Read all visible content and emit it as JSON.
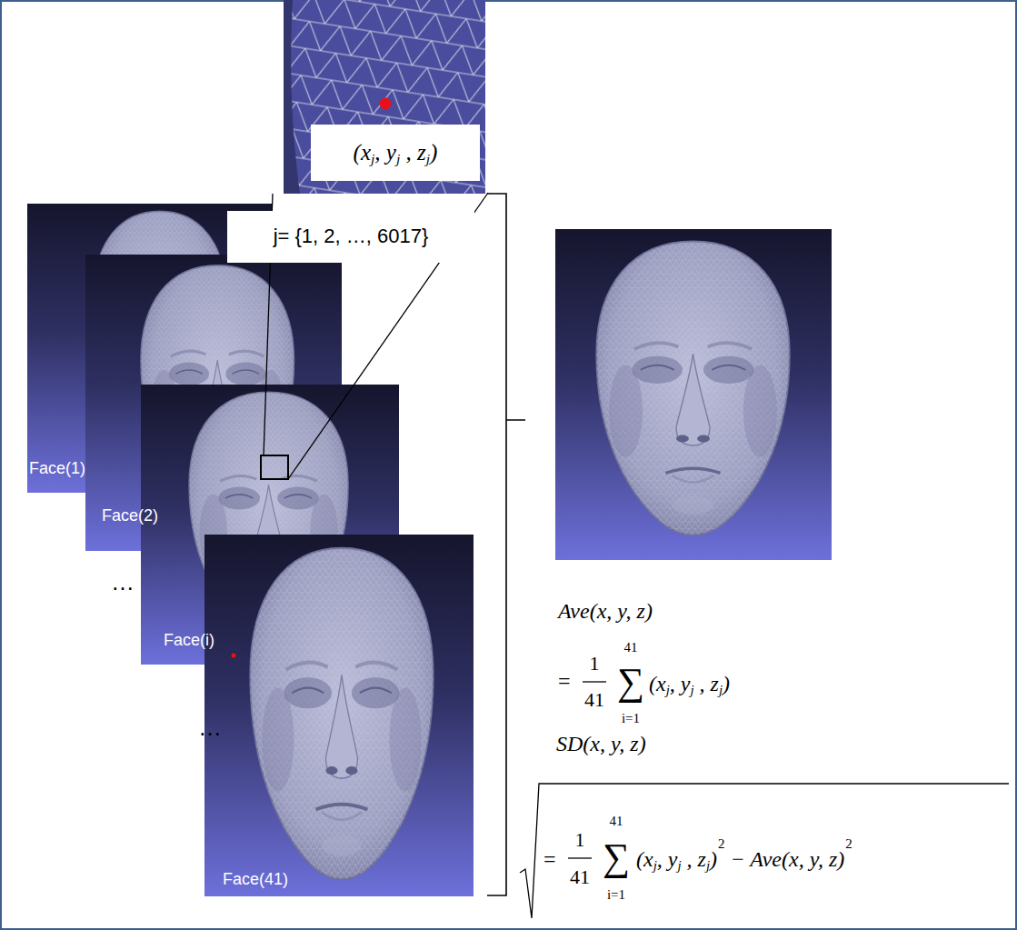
{
  "diagram": {
    "nodes": [
      {
        "text": [
          "(xj, yj , zj)"
        ]
      },
      {
        "text": [
          "j= {1, 2, …, 6017}"
        ]
      },
      {
        "text": [
          "Face(1)"
        ]
      },
      {
        "text": [
          "Face(2)"
        ]
      },
      {
        "text": [
          "Face(i)"
        ]
      },
      {
        "text": [
          "Face(41)"
        ]
      }
    ],
    "labels": [
      "Ave(x, y, z)",
      "=",
      "1",
      "41",
      "∑",
      "41",
      "i=1",
      "(xj, yj , zj)",
      "SD(x, y, z)",
      "=",
      "1",
      "41",
      "∑",
      "41",
      "i=1",
      "(xj, yj , zj)",
      "2",
      "− Ave(x, y, z)",
      "2",
      "…",
      "…"
    ]
  }
}
